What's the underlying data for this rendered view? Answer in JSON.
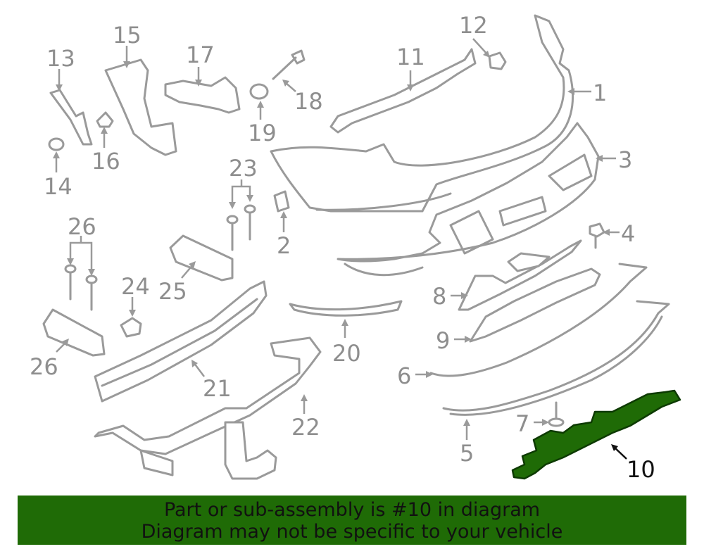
{
  "diagram": {
    "colors": {
      "line": "#9a9a9a",
      "highlight": "#1f6b06",
      "banner": "#1f6b06",
      "text": "#111111"
    },
    "callouts": {
      "c1": "1",
      "c2": "2",
      "c3": "3",
      "c4": "4",
      "c5": "5",
      "c6": "6",
      "c7": "7",
      "c8": "8",
      "c9": "9",
      "c10": "10",
      "c11": "11",
      "c12": "12",
      "c13": "13",
      "c14": "14",
      "c15": "15",
      "c16": "16",
      "c17": "17",
      "c18": "18",
      "c19": "19",
      "c20": "20",
      "c21": "21",
      "c22": "22",
      "c23": "23",
      "c24": "24",
      "c25": "25",
      "c26a": "26",
      "c26b": "26"
    },
    "highlighted_part": "10"
  },
  "banner": {
    "line1": "Part or sub-assembly is #10 in diagram",
    "line2": "Diagram may not be specific to your vehicle"
  }
}
